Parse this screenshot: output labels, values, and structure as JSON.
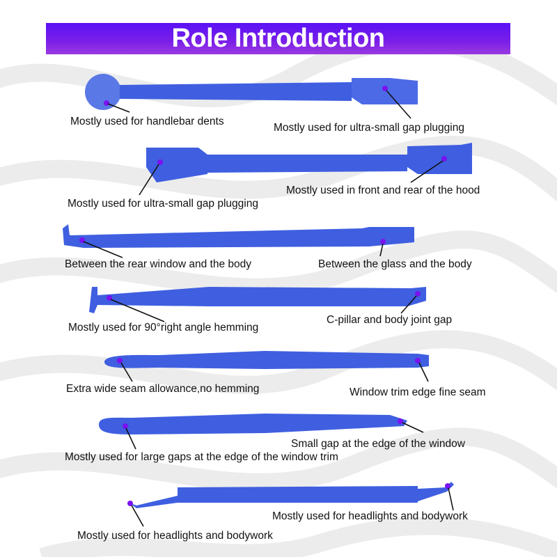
{
  "header": {
    "title": "Role Introduction"
  },
  "colors": {
    "banner": "#6a16f0",
    "tool": "#3f5fe0",
    "dot": "#7a12f0"
  },
  "tools": [
    {
      "left_label": "Mostly used for handlebar dents",
      "right_label": "Mostly used for ultra-small gap plugging"
    },
    {
      "left_label": "Mostly used for ultra-small gap plugging",
      "right_label": "Mostly used in front and rear of the hood"
    },
    {
      "left_label": "Between the rear window and the body",
      "right_label": "Between the glass and the body"
    },
    {
      "left_label": "Mostly used for 90°right angle hemming",
      "right_label": "C-pillar and body joint gap"
    },
    {
      "left_label": "Extra wide seam allowance,no hemming",
      "right_label": "Window trim edge fine seam"
    },
    {
      "left_label": "Mostly used for large gaps at the edge of the window trim",
      "right_label": "Small gap at the edge of the window"
    },
    {
      "left_label": "Mostly used for headlights and bodywork",
      "right_label": "Mostly used for headlights and bodywork"
    }
  ]
}
